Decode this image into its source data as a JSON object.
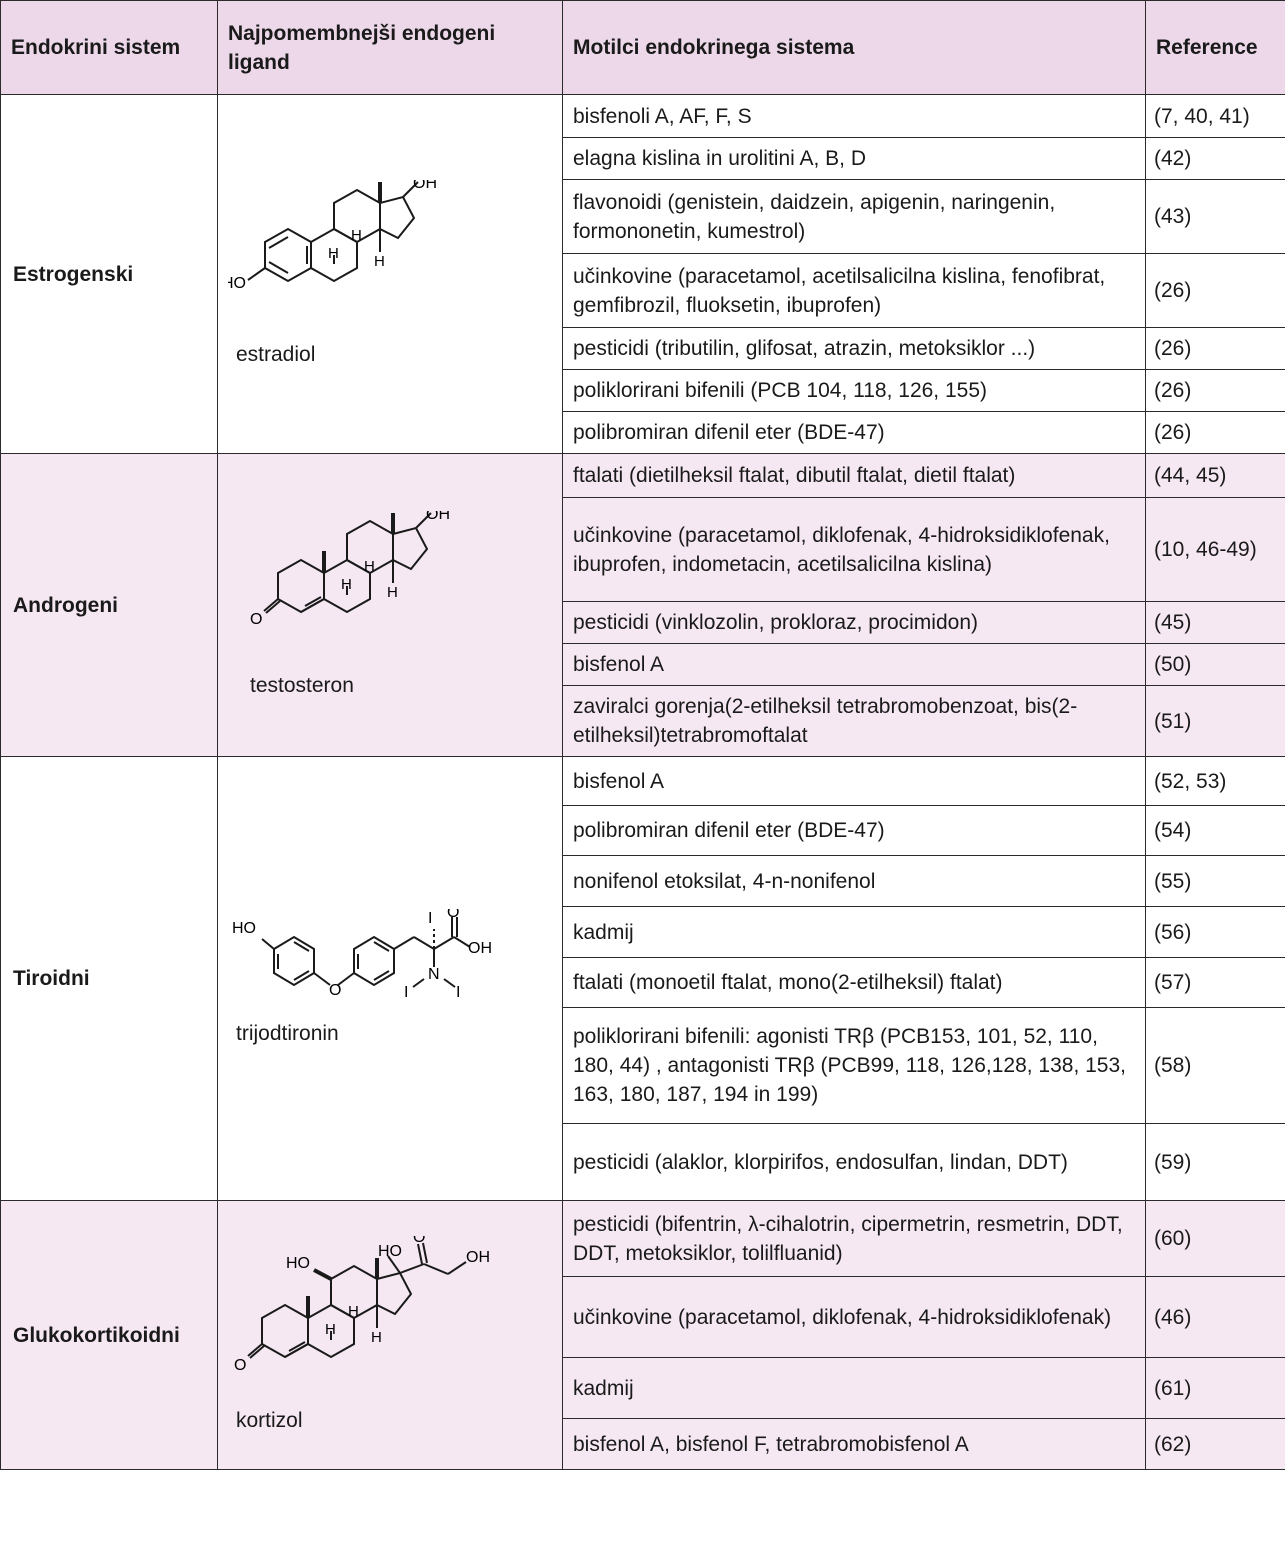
{
  "header": {
    "col_system": "Endokrini sistem",
    "col_ligand": "Najpomembnejši endogeni ligand",
    "col_disruptors": "Motilci endokrinega sistema",
    "col_refs": "Reference"
  },
  "groups": [
    {
      "system": "Estrogenski",
      "ligand": "estradiol",
      "rows": [
        {
          "text": "bisfenoli A, AF, F, S",
          "ref": "(7, 40, 41)"
        },
        {
          "text": "elagna kislina in urolitini A, B, D",
          "ref": "(42)"
        },
        {
          "text": "flavonoidi (genistein, daidzein, apigenin, naringenin, formononetin, kumestrol)",
          "ref": "(43)"
        },
        {
          "text": "učinkovine (paracetamol, acetilsalicilna kislina, fenofibrat, gemfibrozil, fluoksetin, ibuprofen)",
          "ref": "(26)"
        },
        {
          "text": "pesticidi (tributilin, glifosat, atrazin, metoksiklor ...)",
          "ref": "(26)"
        },
        {
          "text": "poliklorirani bifenili (PCB 104, 118, 126, 155)",
          "ref": "(26)"
        },
        {
          "text": "polibromiran difenil eter (BDE-47)",
          "ref": "(26)"
        }
      ]
    },
    {
      "system": "Androgeni",
      "ligand": "testosteron",
      "rows": [
        {
          "text": "ftalati (dietilheksil ftalat, dibutil ftalat, dietil ftalat)",
          "ref": "(44, 45)"
        },
        {
          "text": "učinkovine (paracetamol, diklofenak, 4-hidroksidiklofenak, ibuprofen, indometacin, acetilsalicilna kislina)",
          "ref": "(10, 46-49)"
        },
        {
          "text": "pesticidi (vinklozolin, prokloraz, procimidon)",
          "ref": "(45)"
        },
        {
          "text": "bisfenol A",
          "ref": "(50)"
        },
        {
          "text": "zaviralci gorenja(2-etilheksil tetrabromobenzoat, bis(2-etilheksil)tetrabromoftalat",
          "ref": "(51)"
        }
      ]
    },
    {
      "system": "Tiroidni",
      "ligand": "trijodtironin",
      "rows": [
        {
          "text": "bisfenol A",
          "ref": "(52, 53)"
        },
        {
          "text": "polibromiran difenil eter (BDE-47)",
          "ref": "(54)"
        },
        {
          "text": "nonifenol etoksilat, 4-n-nonifenol",
          "ref": "(55)"
        },
        {
          "text": "kadmij",
          "ref": "(56)"
        },
        {
          "text": "ftalati (monoetil ftalat, mono(2-etilheksil) ftalat)",
          "ref": "(57)"
        },
        {
          "text": "poliklorirani bifenili: agonisti TRβ (PCB153,   101, 52,   110, 180,   44) , antagonisti TRβ (PCB99, 118, 126,128, 138, 153, 163, 180, 187, 194 in 199)",
          "ref": "(58)"
        },
        {
          "text": "pesticidi (alaklor, klorpirifos, endosulfan, lindan, DDT)",
          "ref": "(59)"
        }
      ]
    },
    {
      "system": "Glukokortikoidni",
      "ligand": "kortizol",
      "rows": [
        {
          "text": "pesticidi (bifentrin, λ-cihalotrin, cipermetrin, resmetrin, DDT, DDT, metoksiklor, tolilfluanid)",
          "ref": "(60)"
        },
        {
          "text": "učinkovine (paracetamol, diklofenak, 4-hidroksidiklofenak)",
          "ref": "(46)"
        },
        {
          "text": "kadmij",
          "ref": "(61)"
        },
        {
          "text": "bisfenol A, bisfenol F, tetrabromobisfenol A",
          "ref": "(62)"
        }
      ]
    }
  ],
  "structure_labels": {
    "oh": "OH",
    "ho": "HO",
    "h": "H",
    "o": "O",
    "i": "I",
    "n": "N"
  }
}
